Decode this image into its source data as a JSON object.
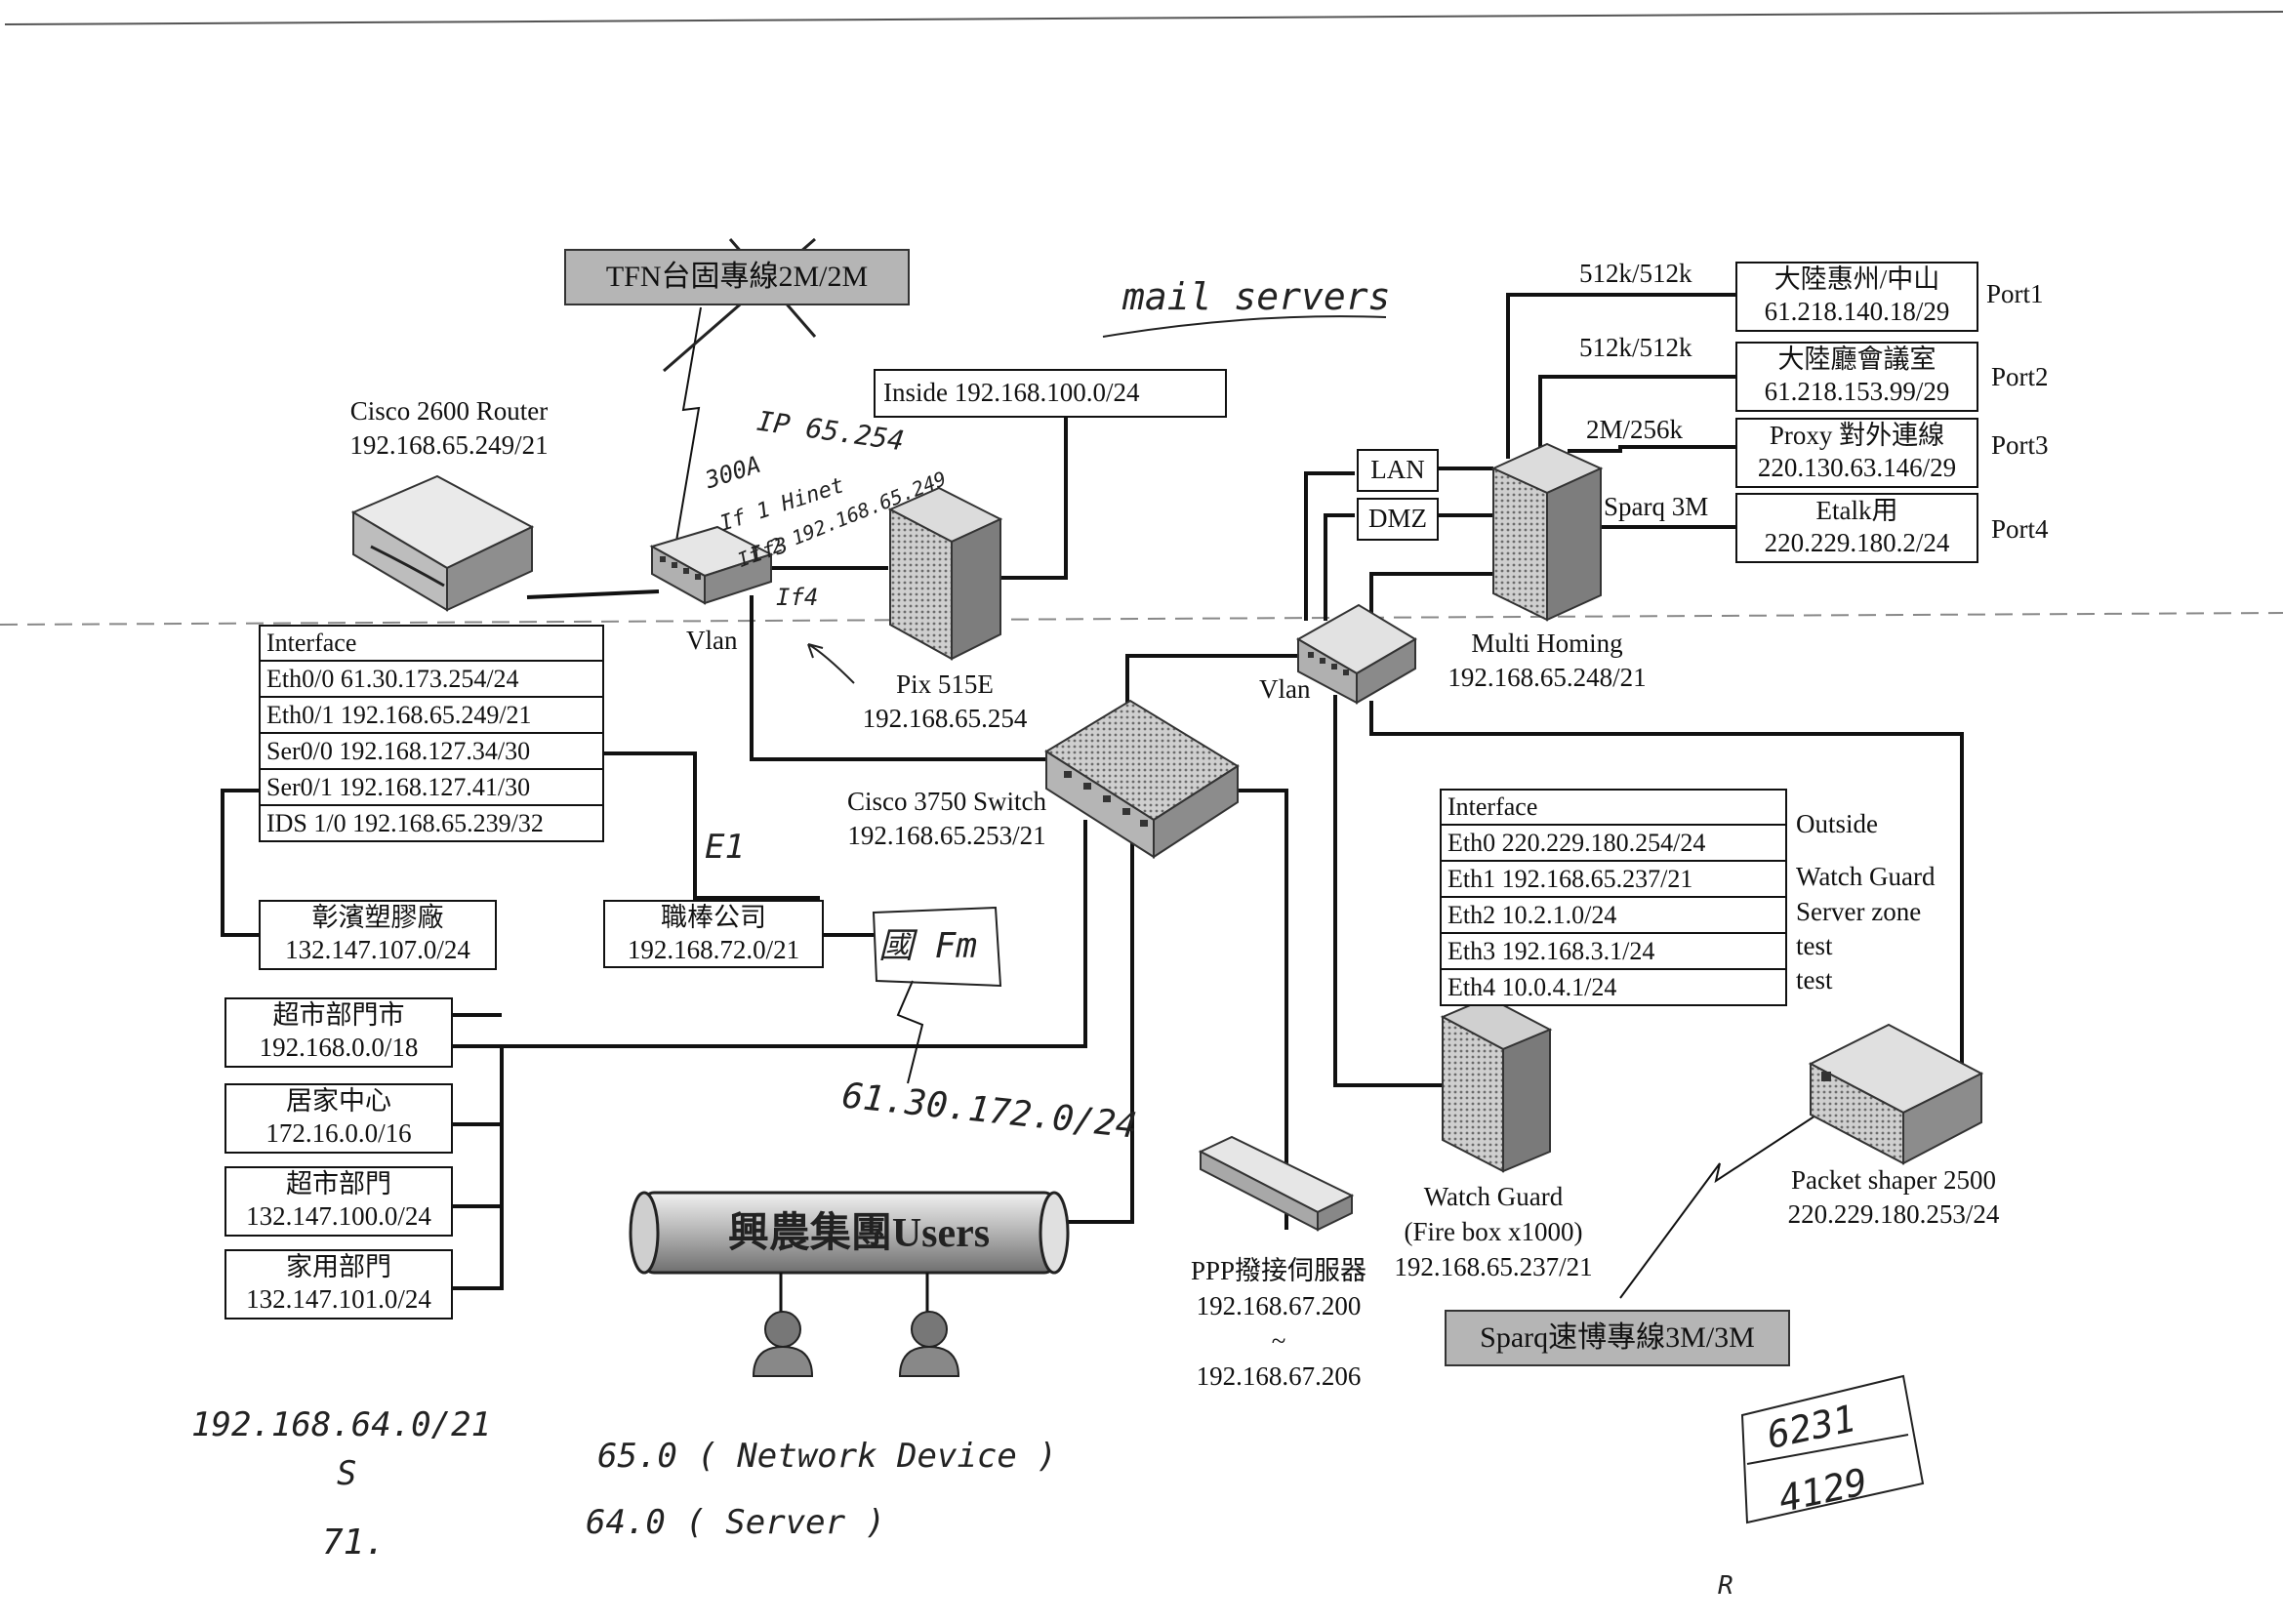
{
  "tfn_line": "TFN台固專線2M/2M",
  "mail_note": "mail servers",
  "inside_net": "Inside 192.168.100.0/24",
  "router": {
    "name": "Cisco 2600 Router",
    "ip": "192.168.65.249/21"
  },
  "router_interfaces": [
    "Interface",
    "Eth0/0 61.30.173.254/24",
    "Eth0/1 192.168.65.249/21",
    "Ser0/0 192.168.127.34/30",
    "Ser0/1 192.168.127.41/30",
    "IDS 1/0 192.168.65.239/32"
  ],
  "vlan_left": "Vlan",
  "vlan_right": "Vlan",
  "pix": {
    "name": "Pix 515E",
    "ip": "192.168.65.254"
  },
  "switch": {
    "name": "Cisco 3750 Switch",
    "ip": "192.168.65.253/21"
  },
  "multihoming": {
    "name": "Multi Homing",
    "ip": "192.168.65.248/21",
    "lan": "LAN",
    "dmz": "DMZ",
    "sparq_label": "Sparq 3M"
  },
  "wan_links": [
    {
      "speed": "512k/512k",
      "name": "大陸惠州/中山",
      "ip": "61.218.140.18/29",
      "port": "Port1"
    },
    {
      "speed": "512k/512k",
      "name": "大陸廳會議室",
      "ip": "61.218.153.99/29",
      "port": "Port2"
    },
    {
      "speed": "2M/256k",
      "name": "Proxy 對外連線",
      "ip": "220.130.63.146/29",
      "port": "Port3"
    },
    {
      "speed": "",
      "name": "Etalk用",
      "ip": "220.229.180.2/24",
      "port": "Port4"
    }
  ],
  "wg_interfaces": [
    {
      "text": "Interface",
      "note": ""
    },
    {
      "text": "Eth0 220.229.180.254/24",
      "note": "Outside"
    },
    {
      "text": "Eth1 192.168.65.237/21",
      "note": "Watch Guard"
    },
    {
      "text": "Eth2 10.2.1.0/24",
      "note": "Server zone"
    },
    {
      "text": "Eth3 192.168.3.1/24",
      "note": "test"
    },
    {
      "text": "Eth4 10.0.4.1/24",
      "note": "test"
    }
  ],
  "changbin": {
    "name": "彰濱塑膠廠",
    "ip": "132.147.107.0/24"
  },
  "zhibang": {
    "name": "職棒公司",
    "ip": "192.168.72.0/21"
  },
  "e1": "E1",
  "guohu": "國 Fm",
  "net_61": "61.30.172.0/24",
  "departments": [
    {
      "name": "超市部門市",
      "ip": "192.168.0.0/18"
    },
    {
      "name": "居家中心",
      "ip": "172.16.0.0/16"
    },
    {
      "name": "超市部門",
      "ip": "132.147.100.0/24"
    },
    {
      "name": "家用部門",
      "ip": "132.147.101.0/24"
    }
  ],
  "users_pipe": "興農集團Users",
  "ppp": {
    "name": "PPP撥接伺服器",
    "ip_start": "192.168.67.200",
    "tilde": "~",
    "ip_end": "192.168.67.206"
  },
  "watchguard": {
    "name": "Watch Guard",
    "model": "(Fire box x1000)",
    "ip": "192.168.65.237/21"
  },
  "packet_shaper": {
    "name": "Packet shaper 2500",
    "ip": "220.229.180.253/24"
  },
  "sparq_line": "Sparq速博專線3M/3M",
  "handwritten": {
    "ip_65": "IP 65.254",
    "a300": "300A",
    "if1": "If 1 Hinet",
    "if2": "If 2 192.168.65.249",
    "if3": "If3",
    "if4": "If4",
    "range1": "192.168.64.0/21",
    "range_s": "S",
    "range2": "71.",
    "net_device": "65.0 ( Network Device )",
    "server": "64.0 ( Server )",
    "n6231": "6231",
    "n4129": "4129",
    "mark": "R"
  }
}
